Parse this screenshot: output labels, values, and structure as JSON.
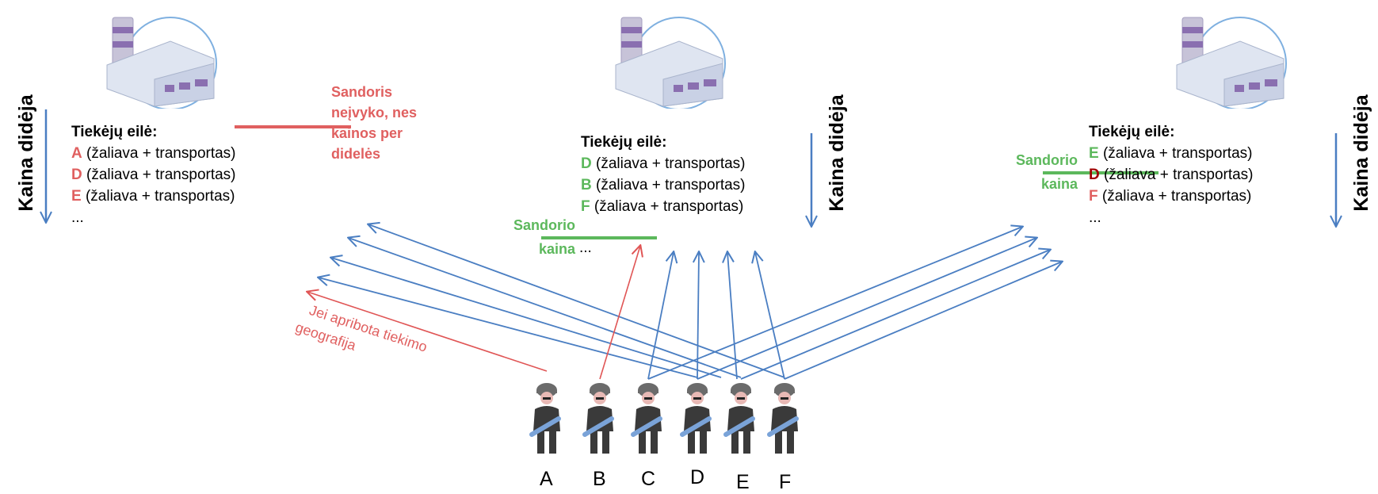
{
  "price_label": "Kaina didėja",
  "queue_title": "Tiekėjų eilė:",
  "queue_item_text": "(žaliava + transportas)",
  "ellipsis": "...",
  "factories": [
    {
      "suppliers": [
        {
          "letter": "A",
          "color": "red"
        },
        {
          "letter": "D",
          "color": "red"
        },
        {
          "letter": "E",
          "color": "red"
        }
      ]
    },
    {
      "suppliers": [
        {
          "letter": "D",
          "color": "green"
        },
        {
          "letter": "B",
          "color": "green"
        },
        {
          "letter": "F",
          "color": "green"
        }
      ]
    },
    {
      "suppliers": [
        {
          "letter": "E",
          "color": "green"
        },
        {
          "letter": "D",
          "color": "dark"
        },
        {
          "letter": "F",
          "color": "red"
        }
      ]
    }
  ],
  "no_deal_note": [
    "Sandoris",
    "neįvyko, nes",
    "kainos per",
    "didelės"
  ],
  "deal_price": [
    "Sandorio",
    "kaina"
  ],
  "restriction_note": [
    "Jei apribota tiekimo",
    "geografija"
  ],
  "buyers": [
    "A",
    "B",
    "C",
    "D",
    "E",
    "F"
  ],
  "colors": {
    "arrow_blue": "#4a7ec2",
    "arrow_red": "#e05555",
    "deal_green": "#5cb85c",
    "note_red": "#e06060"
  }
}
